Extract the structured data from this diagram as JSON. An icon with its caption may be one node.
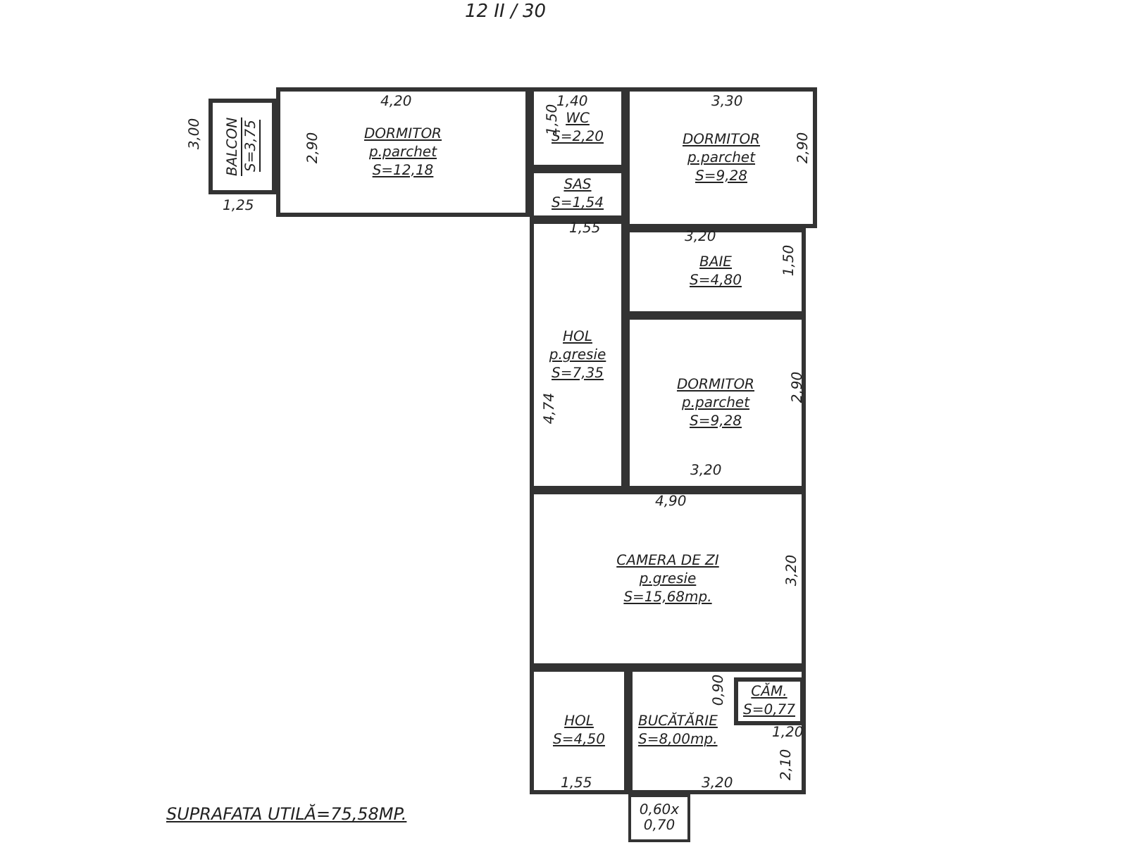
{
  "diagram": {
    "nodes": [
      {
        "text": [
          "BALCON",
          "S=3,75"
        ]
      },
      {
        "text": [
          "DORMITOR",
          "p.parchet",
          "S=12,18"
        ]
      },
      {
        "text": [
          "WC",
          "S=2,20"
        ]
      },
      {
        "text": [
          "SAS",
          "S=1,54"
        ]
      },
      {
        "text": [
          "DORMITOR",
          "p.parchet",
          "S=9,28"
        ]
      },
      {
        "text": [
          "BAIE",
          "S=4,80"
        ]
      },
      {
        "text": [
          "HOL",
          "p.gresie",
          "S=7,35"
        ]
      },
      {
        "text": [
          "DORMITOR",
          "p.parchet",
          "S=9,28"
        ]
      },
      {
        "text": [
          "CAMERA DE ZI",
          "p.gresie",
          "S=15,68mp."
        ]
      },
      {
        "text": [
          "HOL",
          "S=4,50"
        ]
      },
      {
        "text": [
          "BUCĂTĂRIE",
          "S=8,00mp."
        ]
      },
      {
        "text": [
          "CĂM.",
          "S=0,77"
        ],
        "in": 10
      },
      {
        "text": [
          "0,60x 0,70"
        ]
      }
    ],
    "edges": [],
    "labels": [
      "12 II / 30",
      "3,00",
      "4,20",
      "1,40",
      "3,30",
      "2,90",
      "1,50",
      "2,90",
      "1,25",
      "1,55",
      "3,20",
      "1,50",
      "4,74",
      "2,90",
      "3,20",
      "4,90",
      "3,20",
      "0,90",
      "1,20",
      "2,10",
      "1,55",
      "3,20",
      "SUPRAFATA UTILĂ=75,58MP."
    ]
  }
}
